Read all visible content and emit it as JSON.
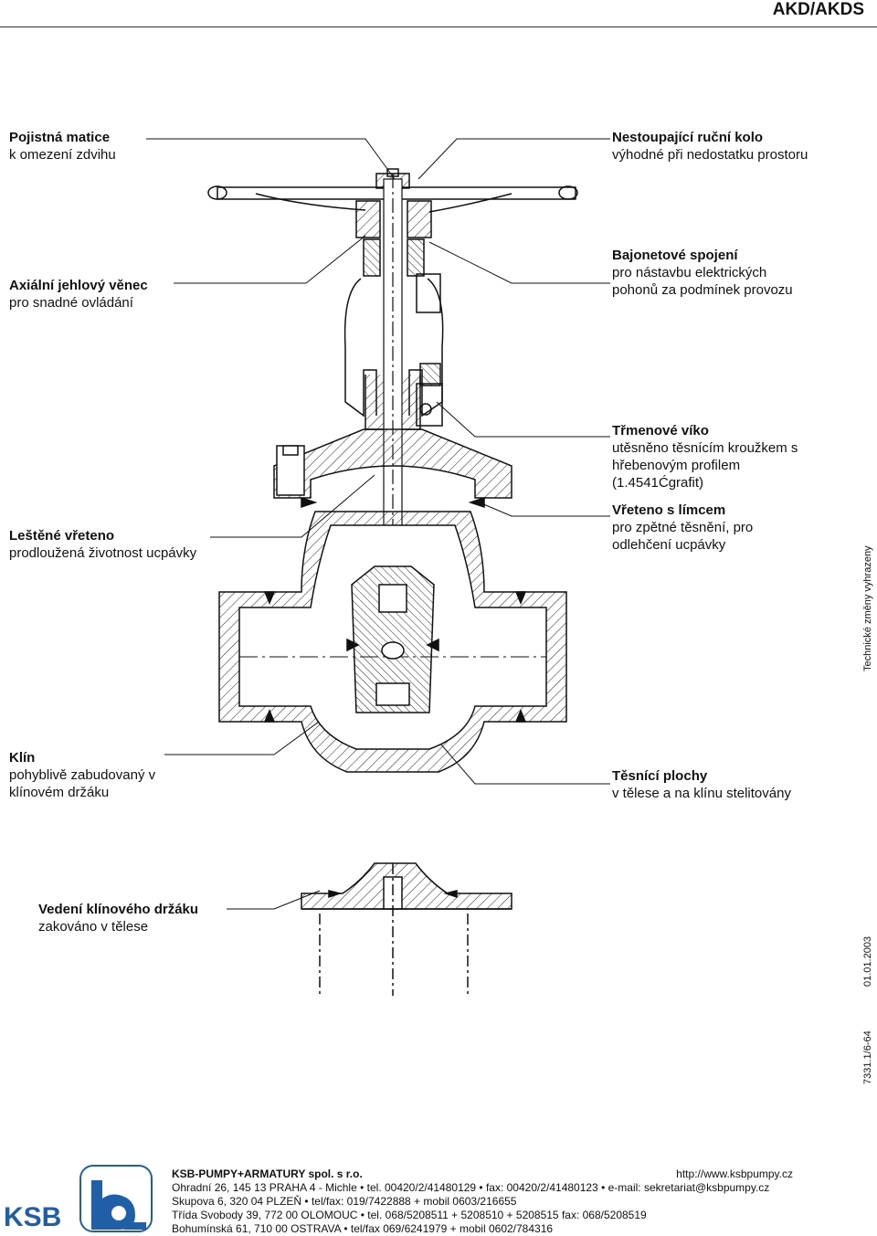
{
  "header": {
    "title": "AKD/AKDS"
  },
  "labels": {
    "pojistna": {
      "title": "Pojistná matice",
      "sub": "k omezení  zdvihu"
    },
    "nestoupajici": {
      "title": "Nestoupající ruční kolo",
      "sub": "výhodné při nedostatku prostoru"
    },
    "axialni": {
      "title": "Axiální jehlový věnec",
      "sub": "pro snadné ovládání"
    },
    "bajonetove": {
      "title": "Bajonetové spojení",
      "sub1": "pro nástavbu elektrických",
      "sub2": "pohonů za podmínek provozu"
    },
    "trmenove": {
      "title": "Třmenové víko",
      "sub1": "utěsněno těsnícím kroužkem s",
      "sub2": "hřebenovým profilem",
      "sub3": "(1.4541Ćgrafit)"
    },
    "vreteno": {
      "title": "Vřeteno s límcem",
      "sub1": "pro zpětné těsnění, pro",
      "sub2": "odlehčení ucpávky"
    },
    "lestene": {
      "title": "Leštěné vřeteno",
      "sub": "prodloužená životnost ucpávky"
    },
    "klin": {
      "title": "Klín",
      "sub1": "pohyblivě zabudovaný v",
      "sub2": "klínovém držáku"
    },
    "tesnici": {
      "title": "Těsnící plochy",
      "sub": "v tělese a na klínu stelitovány"
    },
    "vedeni": {
      "title": "Vedení klínového držáku",
      "sub": "zakováno v tělese"
    }
  },
  "side": {
    "technicke": "Technické změny vyhrazeny",
    "date": "01.01.2003",
    "code": "7331.1/6-64"
  },
  "footer": {
    "company": "KSB-PUMPY+ARMATURY spol. s r.o.",
    "web": "http://www.ksbpumpy.cz",
    "line1": "Ohradní 26, 145 13  PRAHA 4 - Michle • tel. 00420/2/41480129 • fax: 00420/2/41480123 • e-mail: sekretariat@ksbpumpy.cz",
    "line2": "Skupova 6, 320 04  PLZEŇ • tel/fax: 019/7422888 + mobil 0603/216655",
    "line3": "Třída Svobody 39, 772 00  OLOMOUC • tel. 068/5208511 + 5208510 + 5208515 fax: 068/5208519",
    "line4": "Bohumínská 61, 710 00  OSTRAVA • tel/fax  069/6241979 + mobil 0602/784316"
  },
  "logo": {
    "text": "KSB",
    "color": "#1f5fa8"
  }
}
